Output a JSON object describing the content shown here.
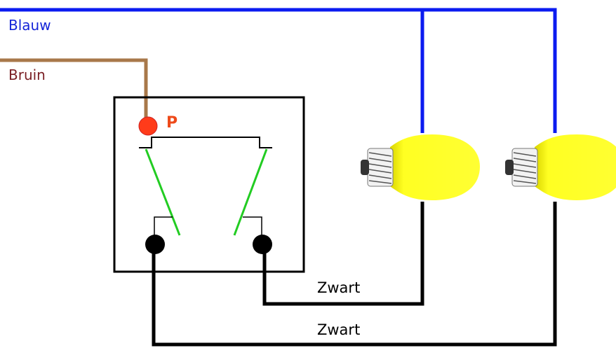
{
  "labels": {
    "blue_wire": "Blauw",
    "brown_wire": "Bruin",
    "phase": "P",
    "black_wire_1": "Zwart",
    "black_wire_2": "Zwart"
  },
  "colors": {
    "blue_wire": "#0b1bf0",
    "brown_wire": "#a8784a",
    "brown_text": "#7a1f24",
    "phase_dot": "#ff3b1a",
    "phase_text": "#ee4a1a",
    "black_wire": "#000000",
    "switch_lever": "#22cc22",
    "bulb_glass": "#ffff22",
    "bulb_glass_edge": "#f4ee10",
    "bulb_base": "#f2f2f2",
    "bulb_base_thread": "#555555"
  },
  "icons": {
    "lamp_1": "light-bulb-icon",
    "lamp_2": "light-bulb-icon"
  }
}
